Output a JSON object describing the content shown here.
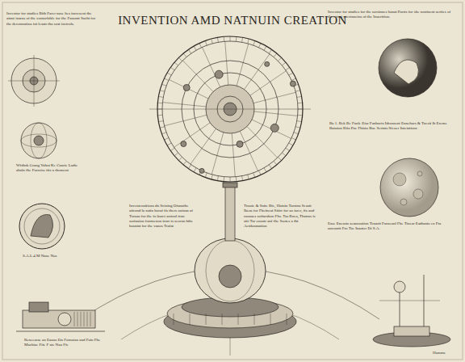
{
  "diagram": {
    "title": "INVENTION AMD NATNUIN CREATION",
    "labels": [
      "Inventor for studies Bith Farer nase hes incresent the ainnt inaras of the contorlable for the Fanomt Sacht for the deconnatioa int lesatr tha sost inetrols.",
      "Wfdink Grang Vahot Ke Canrie Ladte abaln fhe Farroise ttis a rhoment",
      "S.A.L.4 M Nane Nos",
      "Inventenaitions dn Scining Ofannthe aitrond la sutin boraf fis thers ouinan af Torsan for the fo kuret arstcal trun sorinaion fontnenon trurr ts seoran hthe hasnint for the vanos Trafat",
      "Tnsaie & Saite Bfe, Hatnin Tarstnn Sesatt Ikeas for Fhefneat Sitirr for ao iarer, fis and raonaes softarshon Fhs. Tas Rnea, Thatras fe stir Tar eaontr anf fhe Ssotes a fht Aetdonmation",
      "Inventor for studies for the sorsinnes hanat Parrts for she nonfuent aerties of the ertest prectaneins of the Inuerttion.",
      "Ba 1. Bek Be Fanle Eiar Fanbacts Idronsent Ennehars & Tuesit lh Ereme Batuton Biia Pne Fhisto Bue Sertats Sfeuer Inteiations",
      "Ease Eneasts seanosation Tenartt Fanseanl Fhe Tinear Eadtanto en Fta anconrtt Fro Tae Inauter Di S.A.",
      "Reneearae an Eaauo Dn Fornaian and Fain Fhe Machiae Fite F ate Nau Ffe",
      "Hamms"
    ]
  }
}
